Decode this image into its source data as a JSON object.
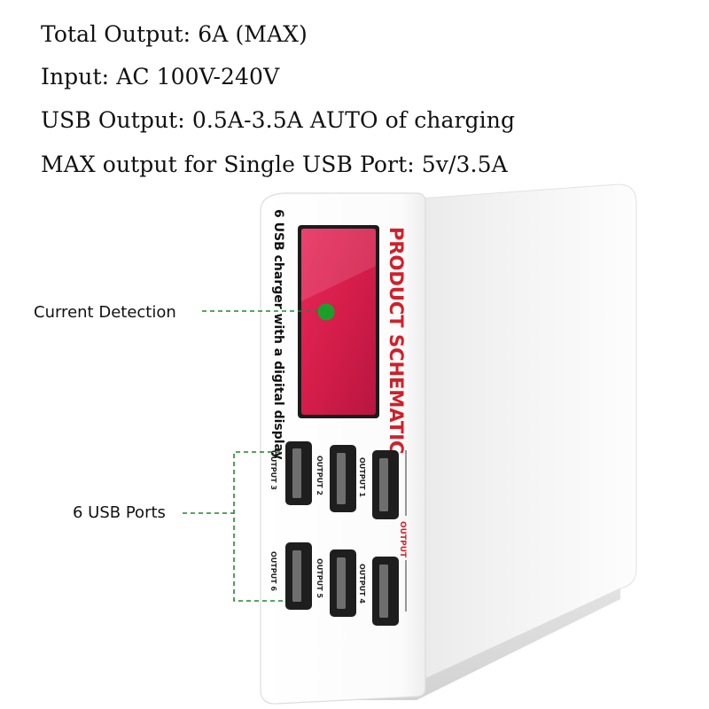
{
  "specs": [
    "Total Output: 6A (MAX)",
    "Input: AC 100V-240V",
    "USB Output: 0.5A-3.5A AUTO of charging",
    "MAX output for Single USB Port: 5v/3.5A"
  ],
  "callouts": {
    "current_detection": "Current Detection",
    "usb_ports": "6 USB Ports"
  },
  "device": {
    "side_text": "6 USB charger with a digital display",
    "brand_text": "PRODUCT SCHEMATIC",
    "output_text": "OUTPUT",
    "ports": [
      "OUTPUT 1",
      "OUTPUT 2",
      "OUTPUT 3",
      "OUTPUT 4",
      "OUTPUT 5",
      "OUTPUT 6"
    ]
  },
  "colors": {
    "accent_red": "#d0202a",
    "indicator_green": "#1aa02a",
    "callout_line": "#1a8a2a",
    "display": "#d9204a"
  }
}
